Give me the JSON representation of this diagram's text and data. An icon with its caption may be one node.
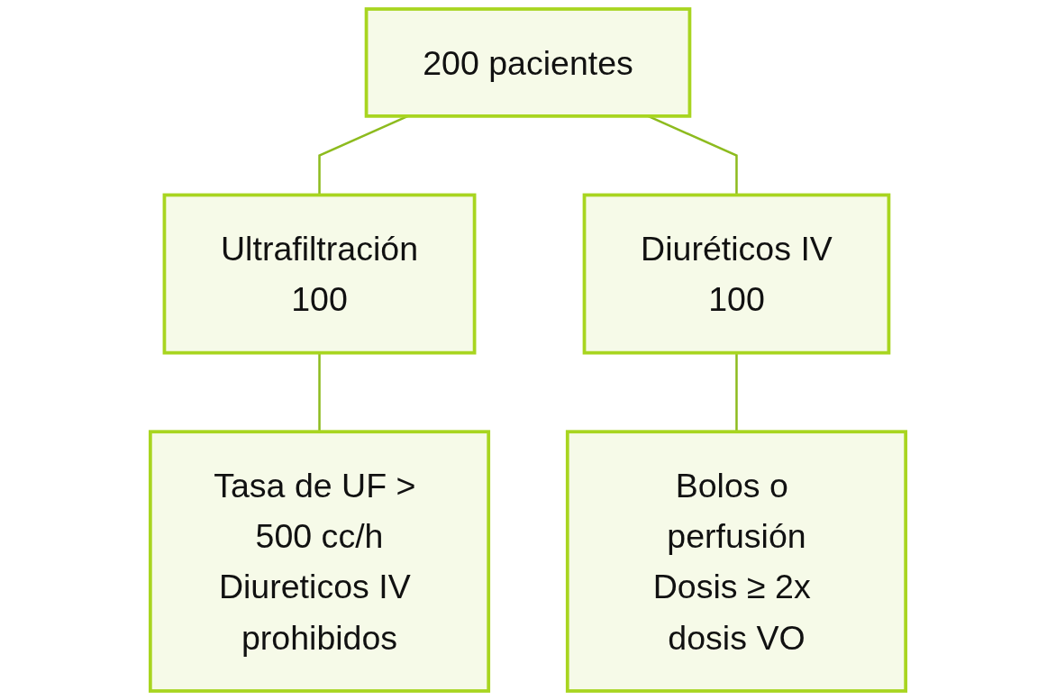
{
  "diagram": {
    "nodes": [
      {
        "text": [
          "200 pacientes"
        ]
      },
      {
        "text": [
          "Ultrafiltración",
          "100"
        ]
      },
      {
        "text": [
          "Diuréticos IV",
          "100"
        ]
      },
      {
        "text": [
          "Tasa de UF > 500 cc/h",
          "Diureticos IV prohibidos"
        ]
      },
      {
        "text": [
          "Bolos o perfusión",
          "Dosis ≥ 2x dosis VO"
        ]
      }
    ],
    "edges": [
      {
        "from": 0,
        "to": 1,
        "arrow": "none"
      },
      {
        "from": 0,
        "to": 2,
        "arrow": "none"
      },
      {
        "from": 1,
        "to": 3,
        "arrow": "none"
      },
      {
        "from": 2,
        "to": 4,
        "arrow": "none"
      }
    ]
  }
}
